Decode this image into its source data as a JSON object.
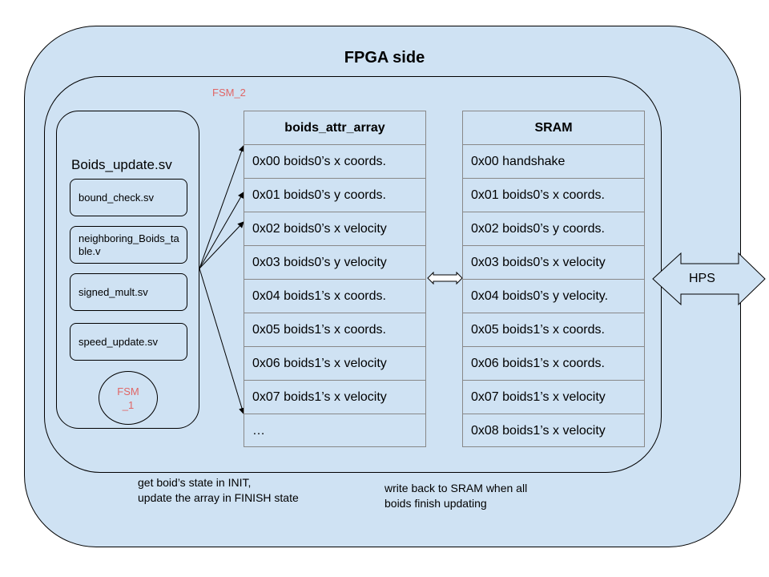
{
  "title": "FPGA side",
  "fsm2_label": "FSM_2",
  "module": {
    "title": "Boids_update.sv",
    "submodules": [
      "bound_check.sv",
      "neighboring_Boids_table.v",
      "signed_mult.sv",
      "speed_update.sv"
    ],
    "fsm1_label": "FSM _1"
  },
  "boids_attr_array": {
    "header": "boids_attr_array",
    "rows": [
      "0x00  boids0’s x coords.",
      "0x01  boids0’s y coords.",
      "0x02  boids0’s x velocity",
      "0x03  boids0’s y velocity",
      "0x04 boids1’s x coords.",
      "0x05 boids1’s x coords.",
      "0x06 boids1’s x velocity",
      "0x07 boids1’s x velocity",
      "…"
    ]
  },
  "sram": {
    "header": "SRAM",
    "rows": [
      "0x00  handshake",
      "0x01  boids0’s x coords.",
      "0x02  boids0’s y coords.",
      "0x03  boids0’s x velocity",
      "0x04 boids0’s y velocity.",
      "0x05 boids1’s x coords.",
      "0x06 boids1’s x coords.",
      "0x07 boids1’s x velocity",
      "0x08 boids1’s x velocity"
    ]
  },
  "hps_label": "HPS",
  "notes": {
    "left_line1": "get boid’s state in INIT,",
    "left_line2": "update the array in FINISH state",
    "right_line1": "write back to SRAM when all",
    "right_line2": "boids finish updating"
  },
  "colors": {
    "fpga_fill": "#cfe2f3",
    "fsm_label": "#e06666",
    "table_fill": "#cfe2f3",
    "border": "#000000"
  }
}
